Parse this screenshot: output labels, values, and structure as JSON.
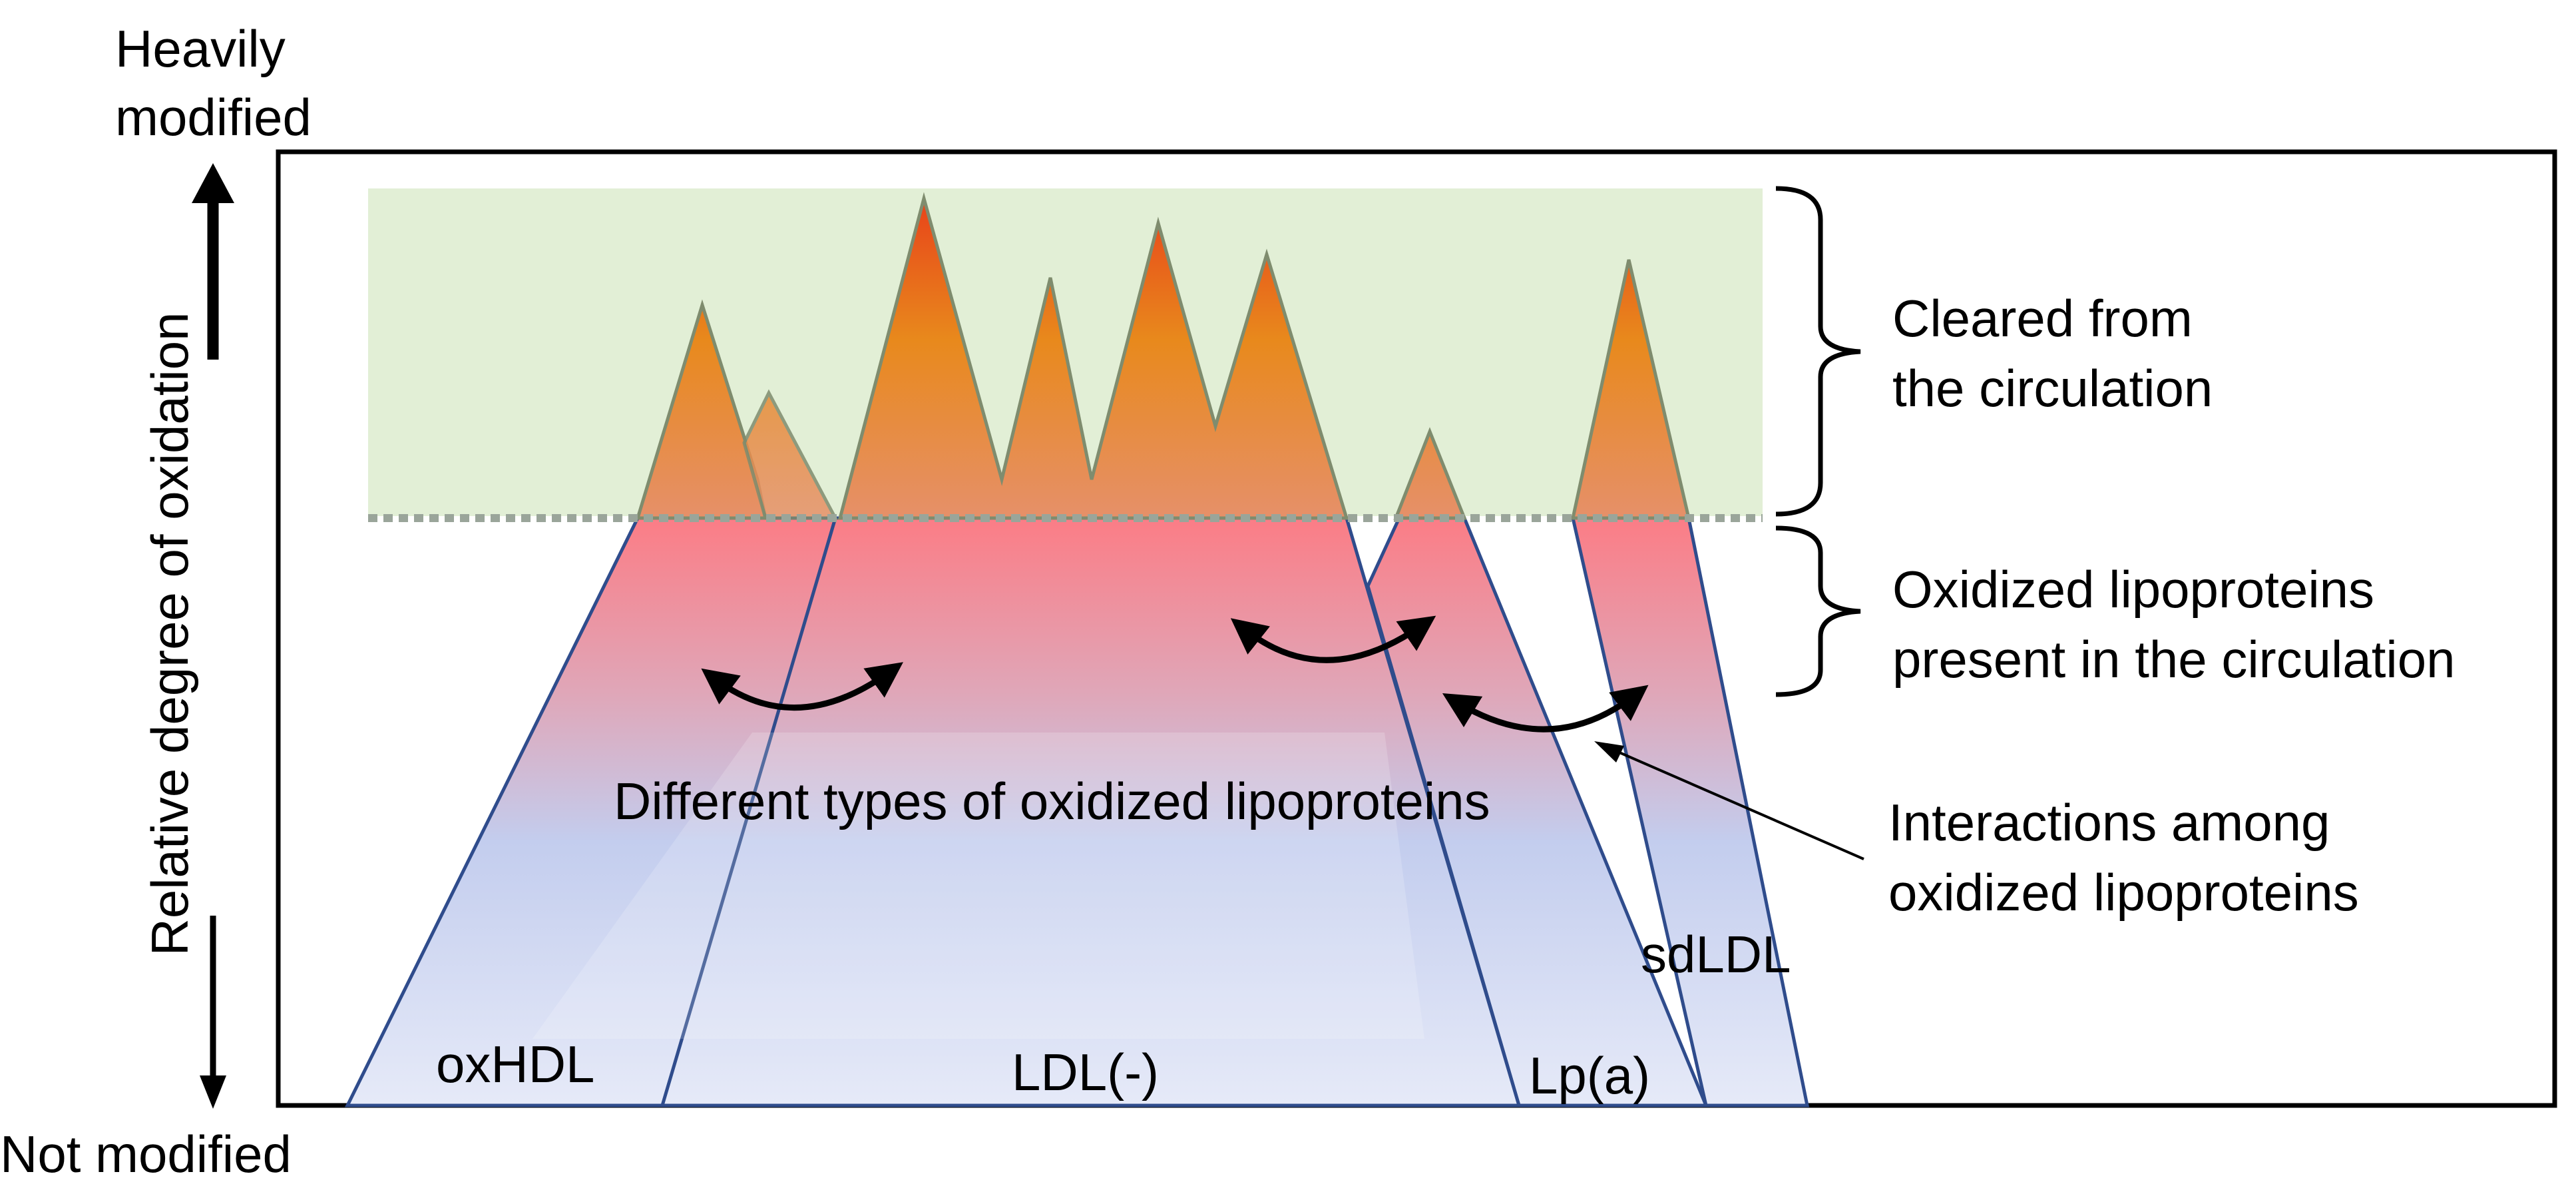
{
  "axis": {
    "top_label_line1": "Heavily",
    "top_label_line2": "modified",
    "bottom_label": "Not modified",
    "y_label": "Relative degree of oxidation"
  },
  "annotations": {
    "cleared_line1": "Cleared from",
    "cleared_line2": "the circulation",
    "present_line1": "Oxidized lipoproteins",
    "present_line2": "present in the circulation",
    "interactions_line1": "Interactions among",
    "interactions_line2": "oxidized lipoproteins",
    "center_text": "Different types of oxidized lipoproteins"
  },
  "lipoproteins": [
    "oxHDL",
    "LDL(-)",
    "Lp(a)",
    "sdLDL"
  ],
  "colors": {
    "cleared_zone": "#e2efd6",
    "peak_top": "#e8401a",
    "peak_mid": "#e8891c",
    "body_top": "#f98080",
    "body_bottom": "#e4e8f7",
    "outline": "#2f4c8c",
    "dotted_line": "#9aa59a"
  }
}
